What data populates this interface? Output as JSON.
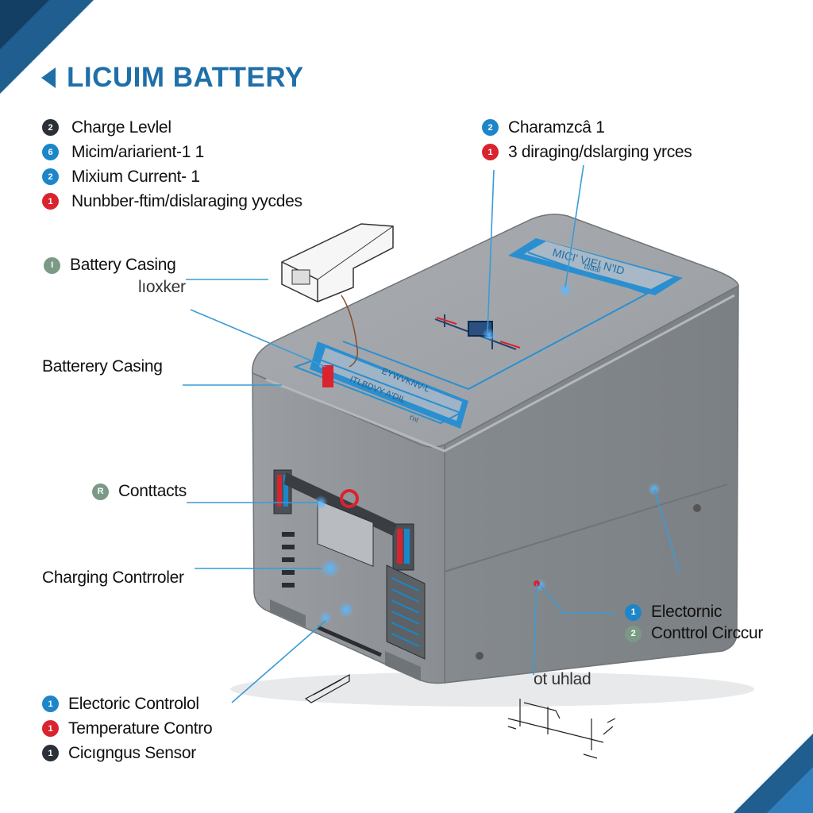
{
  "title": "LICUIM BATTERY",
  "colors": {
    "blue": "#1c86c8",
    "red": "#d9232e",
    "dark": "#2b2f36",
    "green": "#7a9a86",
    "casing": "#8e9296"
  },
  "legend_top_left": [
    {
      "badge": "2",
      "color": "dark",
      "text": "Charge Levlel"
    },
    {
      "badge": "6",
      "color": "blue",
      "text": "Micim/ariarient-1 1"
    },
    {
      "badge": "2",
      "color": "blue",
      "text": "Mixium Current- 1"
    },
    {
      "badge": "1",
      "color": "red",
      "text": "Nunbber-ftim/dislaraging yycdes"
    }
  ],
  "legend_top_right": [
    {
      "badge": "2",
      "color": "blue",
      "text": "Charamzcâ 1"
    },
    {
      "badge": "1",
      "color": "red",
      "text": "3  diraging/dslarging yrces"
    }
  ],
  "callouts": {
    "battery_casing_1": {
      "badge": "I",
      "color": "green",
      "text": "Battery Casing"
    },
    "loxker": "lıoxker",
    "battery_casing_2": "Batterery Casing",
    "contacts": {
      "badge": "R",
      "color": "green",
      "text": "Conttacts"
    },
    "charging_controller": "Charging Contrroler",
    "electronic": {
      "badge": "1",
      "color": "blue",
      "text": "Electornic"
    },
    "control_circuit": {
      "badge": "2",
      "color": "green",
      "text": "Conttrol Circcur"
    },
    "ot_uhlad": "ot uhlad"
  },
  "legend_bottom_left": [
    {
      "badge": "1",
      "color": "blue",
      "text": "Electoric Controlol"
    },
    {
      "badge": "1",
      "color": "red",
      "text": "Temperature Contro"
    },
    {
      "badge": "1",
      "color": "dark",
      "text": "Cicıgngus Sensor"
    }
  ],
  "label_plate": {
    "line1": "MICI' VIEI N'ID",
    "line2": "ttiaal"
  },
  "front_plate": {
    "line1": "EYWVKNV-L",
    "line2": "ITLBDVY A'DIL",
    "line3": "t'nl"
  }
}
